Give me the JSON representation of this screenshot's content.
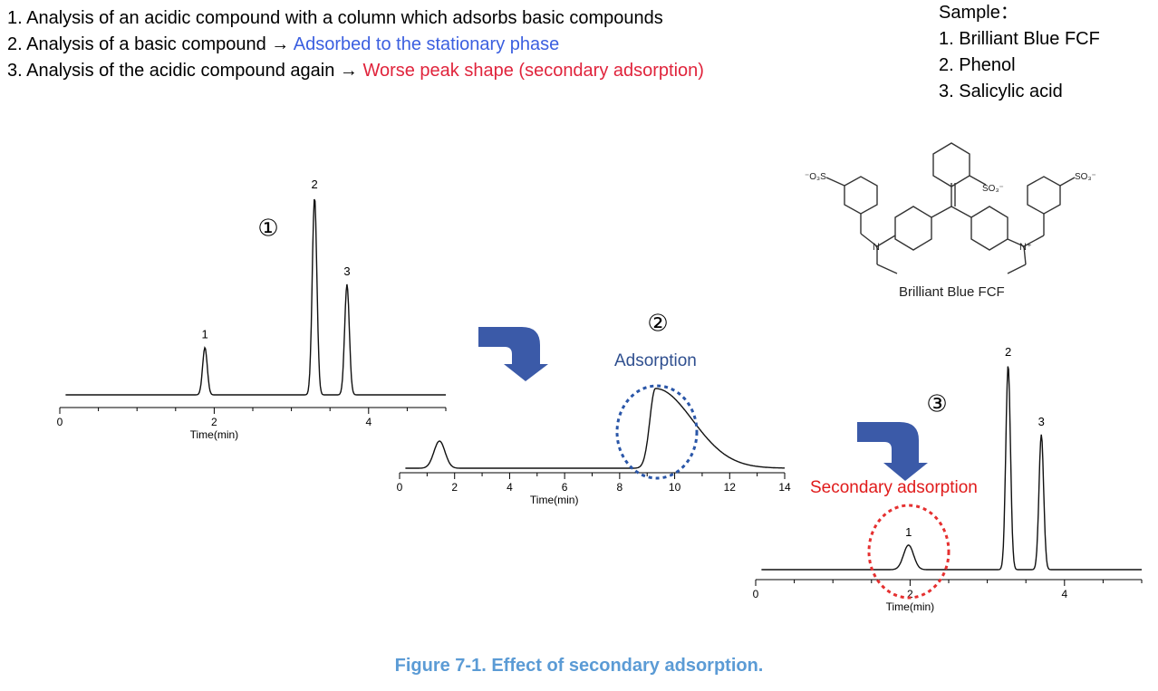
{
  "header": {
    "steps": [
      {
        "text": "1. Analysis of an acidic compound with a column which adsorbs basic compounds",
        "note": "",
        "note_color": "#000000"
      },
      {
        "text": "2. Analysis of a basic compound → ",
        "note": "Adsorbed to the stationary phase",
        "note_color": "#3b5fe0"
      },
      {
        "text": "3. Analysis of the acidic compound again → ",
        "note": "Worse peak shape (secondary adsorption)",
        "note_color": "#e0243c"
      }
    ]
  },
  "sample": {
    "title": "Sample：",
    "items": [
      "1. Brilliant Blue FCF",
      "2. Phenol",
      "3. Salicylic acid"
    ]
  },
  "structure": {
    "caption": "Brilliant Blue FCF",
    "groups": [
      "⁻O₃S",
      "SO₃⁻",
      "SO₃⁻",
      "N",
      "N⁺"
    ]
  },
  "annotations": {
    "adsorption": "Adsorption",
    "adsorption_color": "#2f4f8f",
    "secondary": "Secondary adsorption",
    "secondary_color": "#e01b1b",
    "arrow_color": "#3b5aa8"
  },
  "caption": "Figure 7-1. Effect of secondary adsorption.",
  "chart_data": [
    {
      "type": "line",
      "panel": "①",
      "xlabel": "Time(min)",
      "xlim": [
        0,
        5
      ],
      "ticks": [
        0,
        2,
        4
      ],
      "peaks": [
        {
          "label": "1",
          "x": 1.88,
          "height": 0.24
        },
        {
          "label": "2",
          "x": 3.3,
          "height": 1.0
        },
        {
          "label": "3",
          "x": 3.72,
          "height": 0.56
        }
      ]
    },
    {
      "type": "line",
      "panel": "②",
      "xlabel": "Time(min)",
      "xlim": [
        0,
        14
      ],
      "ticks": [
        0,
        2,
        4,
        6,
        8,
        10,
        12,
        14
      ],
      "peaks": [
        {
          "label": "",
          "x": 1.45,
          "height": 0.3
        },
        {
          "label": "",
          "x": 9.3,
          "height": 0.88
        }
      ]
    },
    {
      "type": "line",
      "panel": "③",
      "xlabel": "Time(min)",
      "xlim": [
        0,
        5
      ],
      "ticks": [
        0,
        2,
        4
      ],
      "peaks": [
        {
          "label": "1",
          "x": 1.98,
          "height": 0.12
        },
        {
          "label": "2",
          "x": 3.27,
          "height": 1.0
        },
        {
          "label": "3",
          "x": 3.7,
          "height": 0.66
        }
      ]
    }
  ]
}
